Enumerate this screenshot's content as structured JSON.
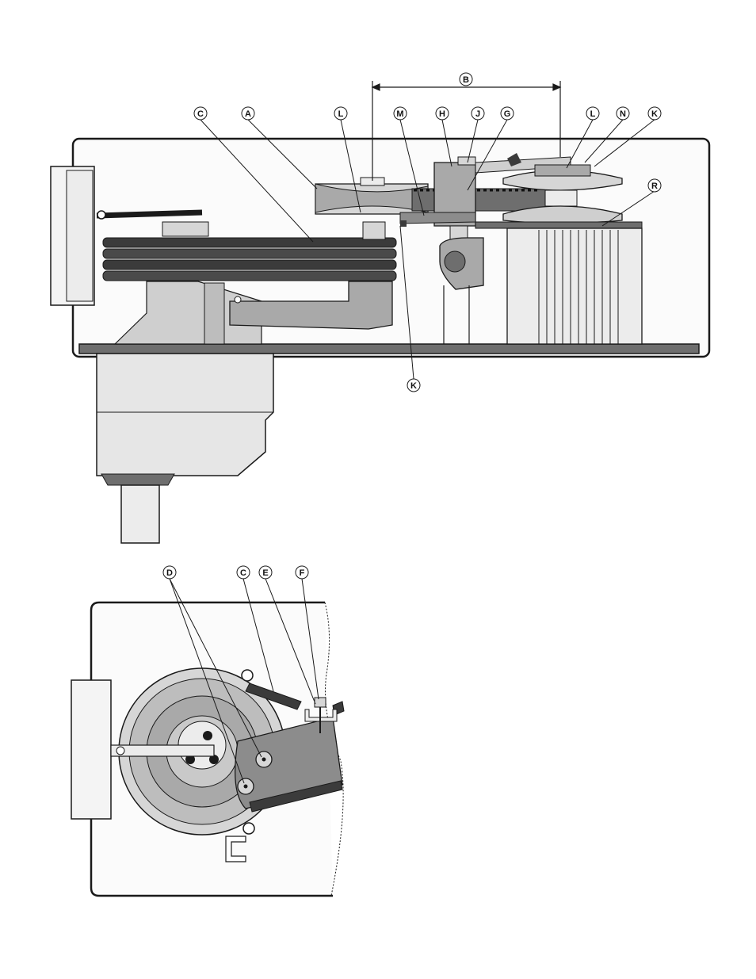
{
  "side_view": {
    "callouts": {
      "A": "A",
      "B": "B",
      "C": "C",
      "L1": "L",
      "M": "M",
      "H": "H",
      "J": "J",
      "G": "G",
      "L2": "L",
      "N": "N",
      "K1": "K",
      "R": "R",
      "K2": "K"
    }
  },
  "top_view": {
    "callouts": {
      "D": "D",
      "C": "C",
      "E": "E",
      "F": "F"
    }
  },
  "colors": {
    "ink": "#1a1a1a",
    "shade_light": "#d6d6d6",
    "shade_mid": "#a9a9a9",
    "shade_dark": "#6e6e6e",
    "belt": "#3b3b3b",
    "panel": "#f4f4f4"
  }
}
